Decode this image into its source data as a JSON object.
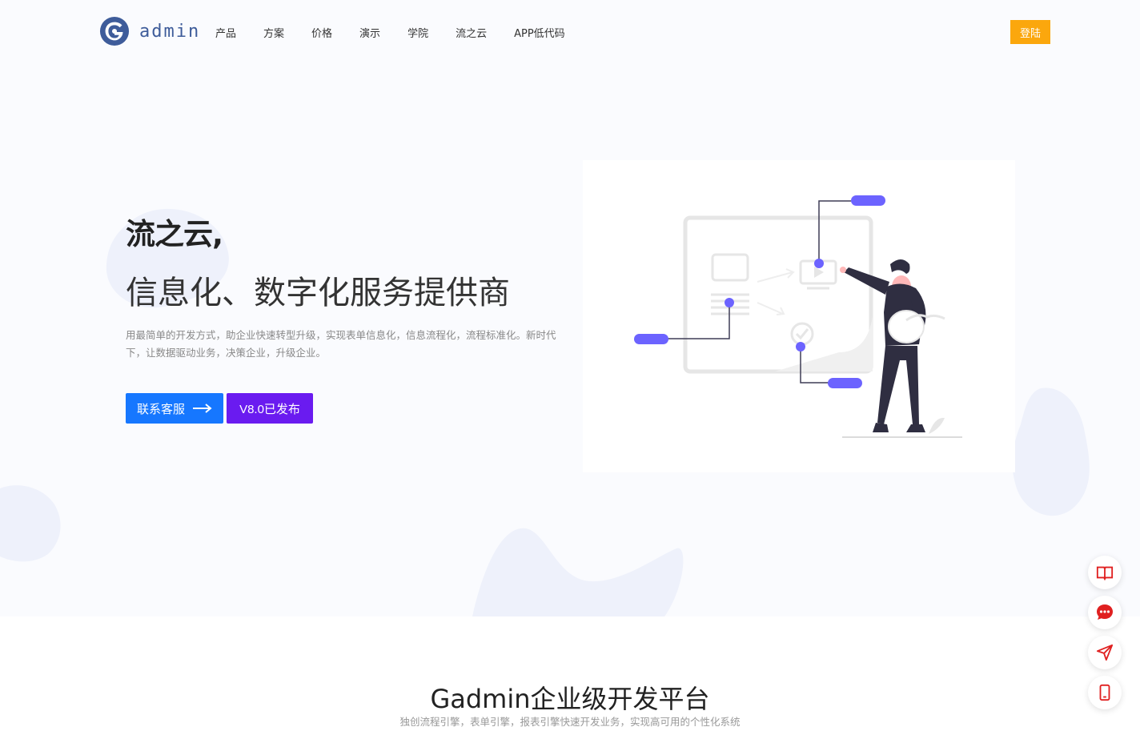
{
  "brand": {
    "logo_text": "admin"
  },
  "nav": {
    "items": [
      {
        "label": "产品"
      },
      {
        "label": "方案"
      },
      {
        "label": "价格"
      },
      {
        "label": "演示"
      },
      {
        "label": "学院"
      },
      {
        "label": "流之云"
      },
      {
        "label": "APP低代码"
      }
    ],
    "login_label": "登陆"
  },
  "hero": {
    "title_line1": "流之云,",
    "title_line2": "信息化、数字化服务提供商",
    "description": "用最简单的开发方式，助企业快速转型升级，实现表单信息化，信息流程化，流程标准化。新时代下，让数据驱动业务，决策企业，升级企业。",
    "contact_button": "联系客服",
    "version_button": "V8.0已发布"
  },
  "section": {
    "title": "Gadmin企业级开发平台",
    "subtitle": "独创流程引擎，表单引擎，报表引擎快速开发业务，实现高可用的个性化系统"
  },
  "float_tools": [
    {
      "icon": "book-icon"
    },
    {
      "icon": "chat-icon"
    },
    {
      "icon": "send-icon"
    },
    {
      "icon": "mobile-icon"
    }
  ],
  "colors": {
    "primary_blue": "#1677ff",
    "purple": "#6a1bf0",
    "login_orange": "#fba70d",
    "illustration_accent": "#6c63ff",
    "float_icon_red": "#e02020"
  }
}
